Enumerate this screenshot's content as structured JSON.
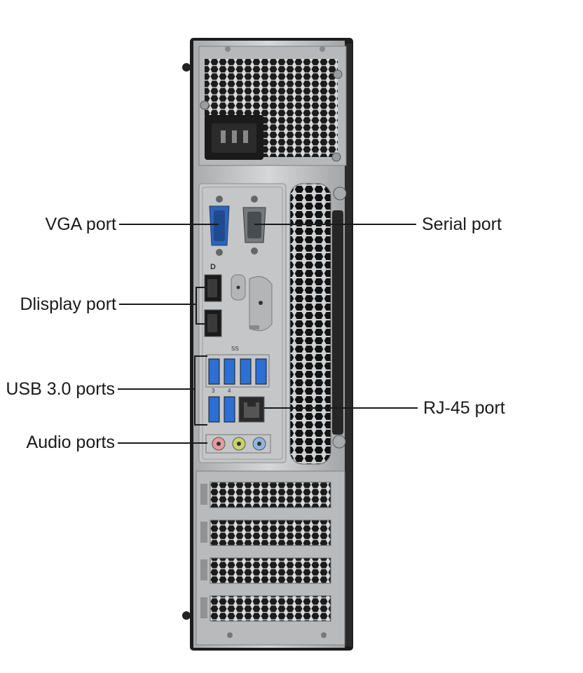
{
  "labels": {
    "vga": "VGA port",
    "serial": "Serial port",
    "display": "Dlisplay port",
    "usb": "USB 3.0 ports",
    "rj45": "RJ-45 port",
    "audio": "Audio ports"
  },
  "port_marks": {
    "usb_numbers": [
      "3",
      "4"
    ],
    "superspeed": "SS",
    "display_symbol": "D"
  },
  "colors": {
    "chassis": "#1c1c1c",
    "panel": "#bfc1c3",
    "vga_blue": "#2f63b5",
    "usb_blue": "#2d6fd4",
    "audio_pink": "#e79aa0",
    "audio_green": "#c9d36a",
    "audio_blue": "#8fb4e0",
    "leader": "#1a1a1a"
  }
}
